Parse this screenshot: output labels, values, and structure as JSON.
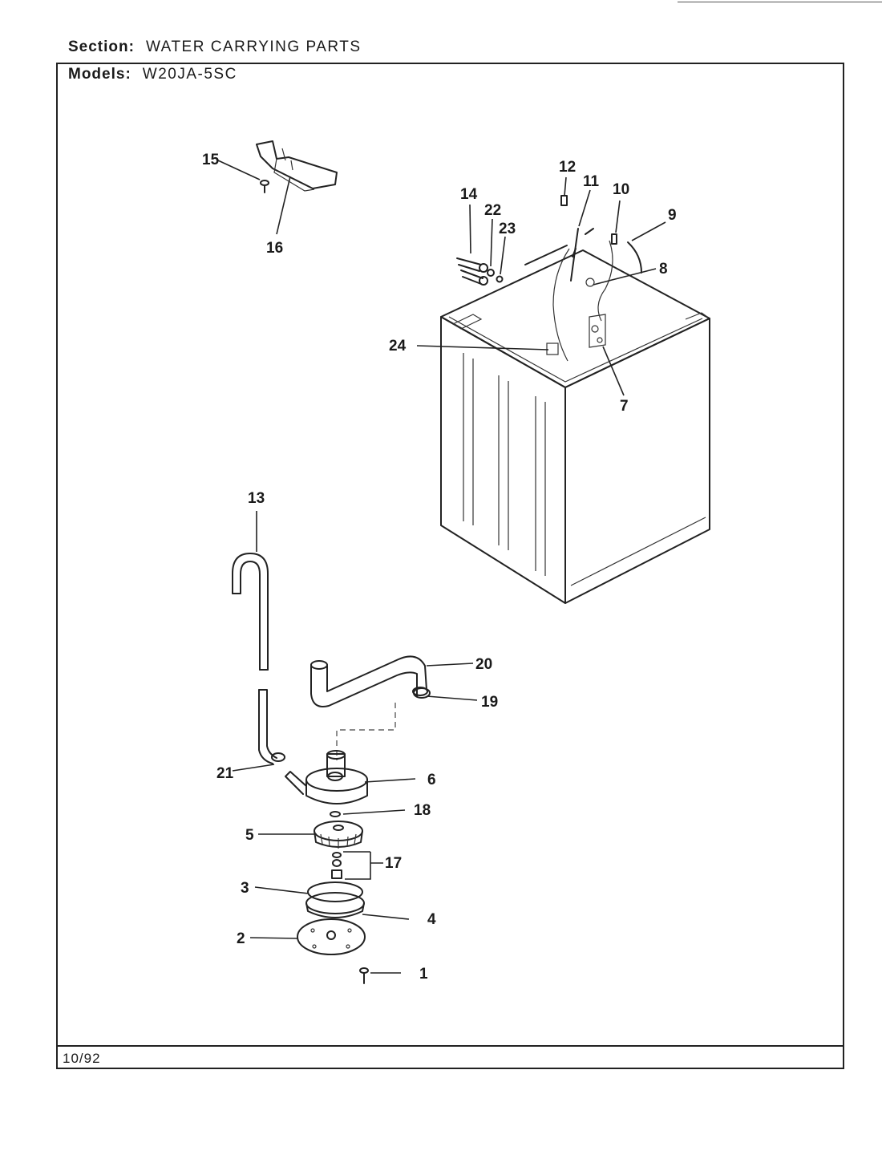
{
  "header": {
    "section_label": "Section:",
    "section_value": "WATER CARRYING PARTS",
    "models_label": "Models:",
    "models_value": "W20JA-5SC"
  },
  "footer": {
    "date": "10/92"
  },
  "callouts": [
    "1",
    "2",
    "3",
    "4",
    "5",
    "6",
    "7",
    "8",
    "9",
    "10",
    "11",
    "12",
    "13",
    "14",
    "15",
    "16",
    "17",
    "18",
    "19",
    "20",
    "21",
    "22",
    "23",
    "24"
  ]
}
